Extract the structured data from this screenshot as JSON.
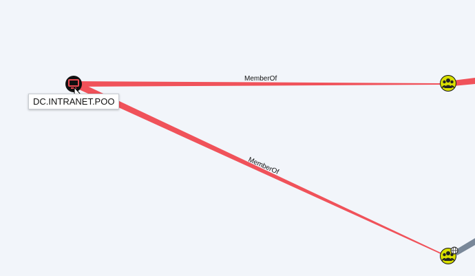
{
  "graph": {
    "nodes": [
      {
        "id": "dc",
        "type": "computer",
        "label": "DC.INTRANET.POO",
        "icon": "computer-icon"
      },
      {
        "id": "group-top",
        "type": "group",
        "label": "",
        "icon": "group-icon"
      },
      {
        "id": "group-bottom",
        "type": "group",
        "label": "",
        "icon": "group-icon",
        "badge": "globe-icon"
      }
    ],
    "edges": [
      {
        "source": "dc",
        "target": "group-top",
        "label": "MemberOf"
      },
      {
        "source": "dc",
        "target": "group-bottom",
        "label": "MemberOf"
      }
    ]
  },
  "colors": {
    "background": "#f2f5fa",
    "edge": "#f0525a",
    "edge_secondary": "#7a8899",
    "computer_node": "#111111",
    "computer_icon": "#e8474f",
    "group_node": "#d8de00",
    "group_icon": "#222222"
  }
}
